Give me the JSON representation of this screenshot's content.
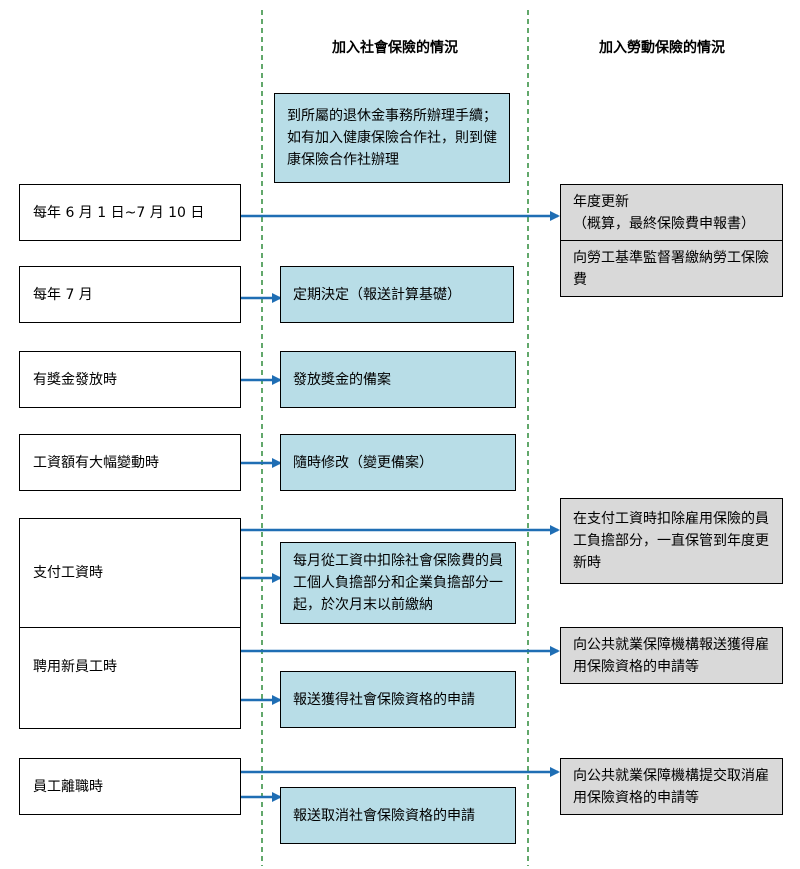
{
  "headers": {
    "social": "加入社會保險的情況",
    "labor": "加入勞動保險的情況"
  },
  "top_note": "到所屬的退休金事務所辦理手續；如有加入健康保險合作社，則到健康保險合作社辦理",
  "events": [
    "每年 6 月 1 日~7 月 10 日",
    "每年 7 月",
    "有獎金發放時",
    "工資額有大幅變動時",
    "支付工資時",
    "聘用新員工時",
    "員工離職時"
  ],
  "social_actions": [
    "定期決定（報送計算基礎）",
    "發放獎金的備案",
    "隨時修改（變更備案）",
    "每月從工資中扣除社會保險費的員工個人負擔部分和企業負擔部分一起，於次月末以前繳納",
    "報送獲得社會保險資格的申請",
    "報送取消社會保險資格的申請"
  ],
  "labor_actions": [
    "年度更新\n（概算，最終保險費申報書）",
    "向勞工基準監督署繳納勞工保險費",
    "在支付工資時扣除雇用保險的員工負擔部分，一直保管到年度更新時",
    "向公共就業保障機構報送獲得雇用保險資格的申請等",
    "向公共就業保障機構提交取消雇用保險資格的申請等"
  ],
  "colors": {
    "arrow": "#1f6eb4",
    "divider": "#2e8b3a",
    "social_box": "#b8dde7",
    "labor_box": "#d9d9d9"
  }
}
